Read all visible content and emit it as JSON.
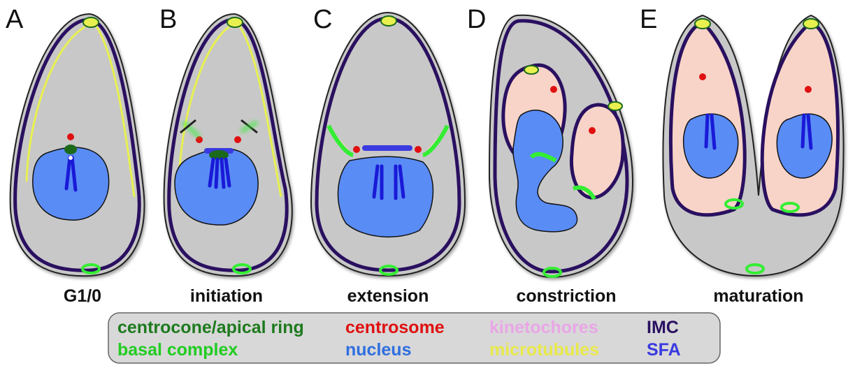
{
  "panels": [
    {
      "letter": "A",
      "label": "G1/0"
    },
    {
      "letter": "B",
      "label": "initiation"
    },
    {
      "letter": "C",
      "label": "extension"
    },
    {
      "letter": "D",
      "label": "constriction"
    },
    {
      "letter": "E",
      "label": "maturation"
    }
  ],
  "legend": {
    "items": [
      {
        "text": "centrocone/apical ring",
        "color": "#1e7a1e"
      },
      {
        "text": "basal complex",
        "color": "#22cc22"
      },
      {
        "text": "centrosome",
        "color": "#e01010"
      },
      {
        "text": "nucleus",
        "color": "#2f6fe0"
      },
      {
        "text": "kinetochores",
        "color": "#e9a6e6"
      },
      {
        "text": "microtubules",
        "color": "#e8e84a"
      },
      {
        "text": "IMC",
        "color": "#2a1060"
      },
      {
        "text": "SFA",
        "color": "#3a3ae0"
      }
    ]
  },
  "colors": {
    "cytoplasm": "#c8c8c8",
    "imc": "#2a1060",
    "microtubule": "#e8f050",
    "nucleus": "#5a8cf5",
    "centrocone": "#1a6a1a",
    "basal": "#33ee33",
    "centrosome": "#e01010",
    "daughter": "#f8d4c8",
    "sfa": "#3a3ae0",
    "chromosome": "#1a1ad8"
  }
}
